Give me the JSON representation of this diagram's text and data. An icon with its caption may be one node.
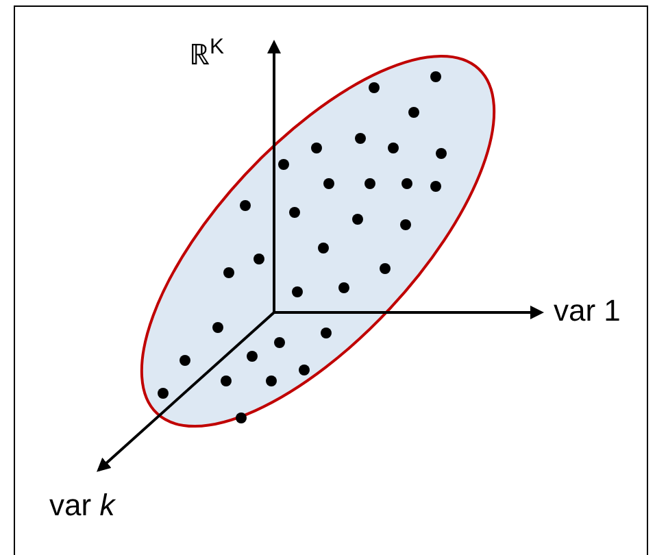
{
  "diagram": {
    "labels": [
      "ℝ$^{K}$",
      "var 1",
      "var *k*"
    ]
  }
}
